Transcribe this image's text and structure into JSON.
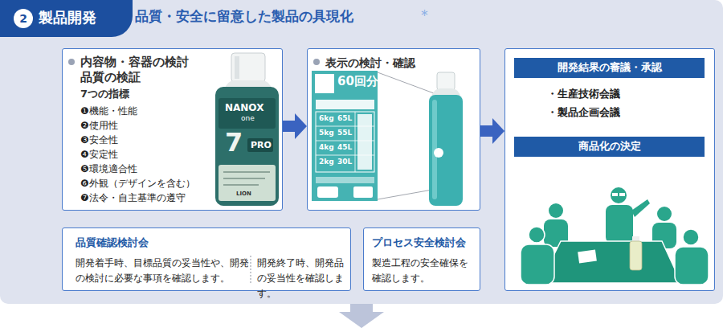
{
  "diagram": {
    "title": "品質・安全に留意した製品の具現化",
    "nodes": [
      {
        "text": [
          "製品開発"
        ]
      },
      {
        "text": [
          "2"
        ],
        "in": 0
      },
      {
        "text": [
          "内容物・容器の検討 品質の検証",
          "7つの指標",
          "❶機能・性能",
          "❷使用性",
          "❸安全性",
          "❹安定性",
          "❺環境適合性",
          "❻外観（デザインを含む）",
          "❼法令・自主基準の遵守"
        ]
      },
      {
        "text": [
          "表示の検討・確認"
        ]
      },
      {
        "text": [
          "・生産技術会議",
          "・製品企画会議"
        ]
      },
      {
        "text": [
          "開発結果の審議・承認"
        ],
        "in": 4
      },
      {
        "text": [
          "商品化の決定"
        ],
        "in": 4
      },
      {
        "text": [
          "品質確認検討会",
          "開発着手時、目標品質の妥当性や、開発の検討に必要な事項を確認します。",
          "開発終了時、開発品の妥当性を確認します。"
        ]
      },
      {
        "text": [
          "プロセス安全検討会",
          "製造工程の安全確保を確認します。"
        ]
      }
    ],
    "edges": [
      {
        "from": 2,
        "to": 3,
        "arrow": "to"
      },
      {
        "from": 3,
        "to": 4,
        "arrow": "to"
      }
    ],
    "labels": [
      "＊",
      "NANOX",
      "one",
      "PRO",
      "7",
      "LION",
      "60回分",
      "6kg",
      "65L",
      "5kg",
      "55L",
      "4kg",
      "45L",
      "2kg",
      "30L"
    ]
  }
}
